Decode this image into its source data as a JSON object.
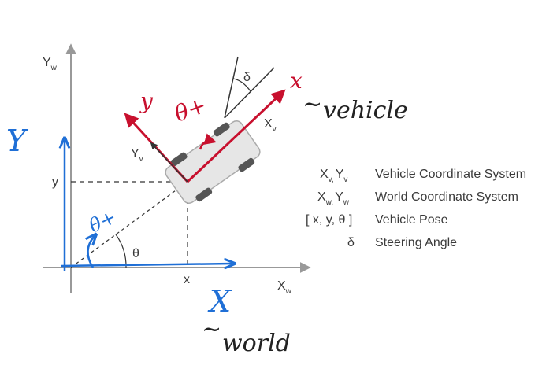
{
  "axes": {
    "world_y": {
      "main": "Y",
      "sub": "w"
    },
    "world_x": {
      "main": "X",
      "sub": "w"
    },
    "vehicle_x": {
      "main": "X",
      "sub": "v"
    },
    "vehicle_y": {
      "main": "Y",
      "sub": "v"
    },
    "point_x": "x",
    "point_y": "y",
    "angle_theta": "θ",
    "angle_delta": "δ"
  },
  "legend": [
    {
      "symbol": {
        "a": "X",
        "a_sub": "v,",
        "b": "Y",
        "b_sub": "v"
      },
      "text": "Vehicle Coordinate System"
    },
    {
      "symbol": {
        "a": "X",
        "a_sub": "w,",
        "b": "Y",
        "b_sub": "w"
      },
      "text": "World Coordinate System"
    },
    {
      "symbol_text": "[ x, y, θ ]",
      "text": "Vehicle Pose"
    },
    {
      "symbol_text": "δ",
      "text": "Steering Angle"
    }
  ],
  "handwriting": {
    "red_x": "x",
    "red_y": "y",
    "red_theta_dot": "θ+",
    "blue_x": "X",
    "blue_y": "Y",
    "blue_theta_dot": "θ+",
    "vehicle_note": "vehicle",
    "world_note": "world",
    "tilde_vehicle": "~",
    "tilde_world": "~"
  },
  "colors": {
    "red": "#c8102e",
    "blue": "#1f6fd6",
    "grey": "#999999",
    "text": "#3a3a3a"
  }
}
